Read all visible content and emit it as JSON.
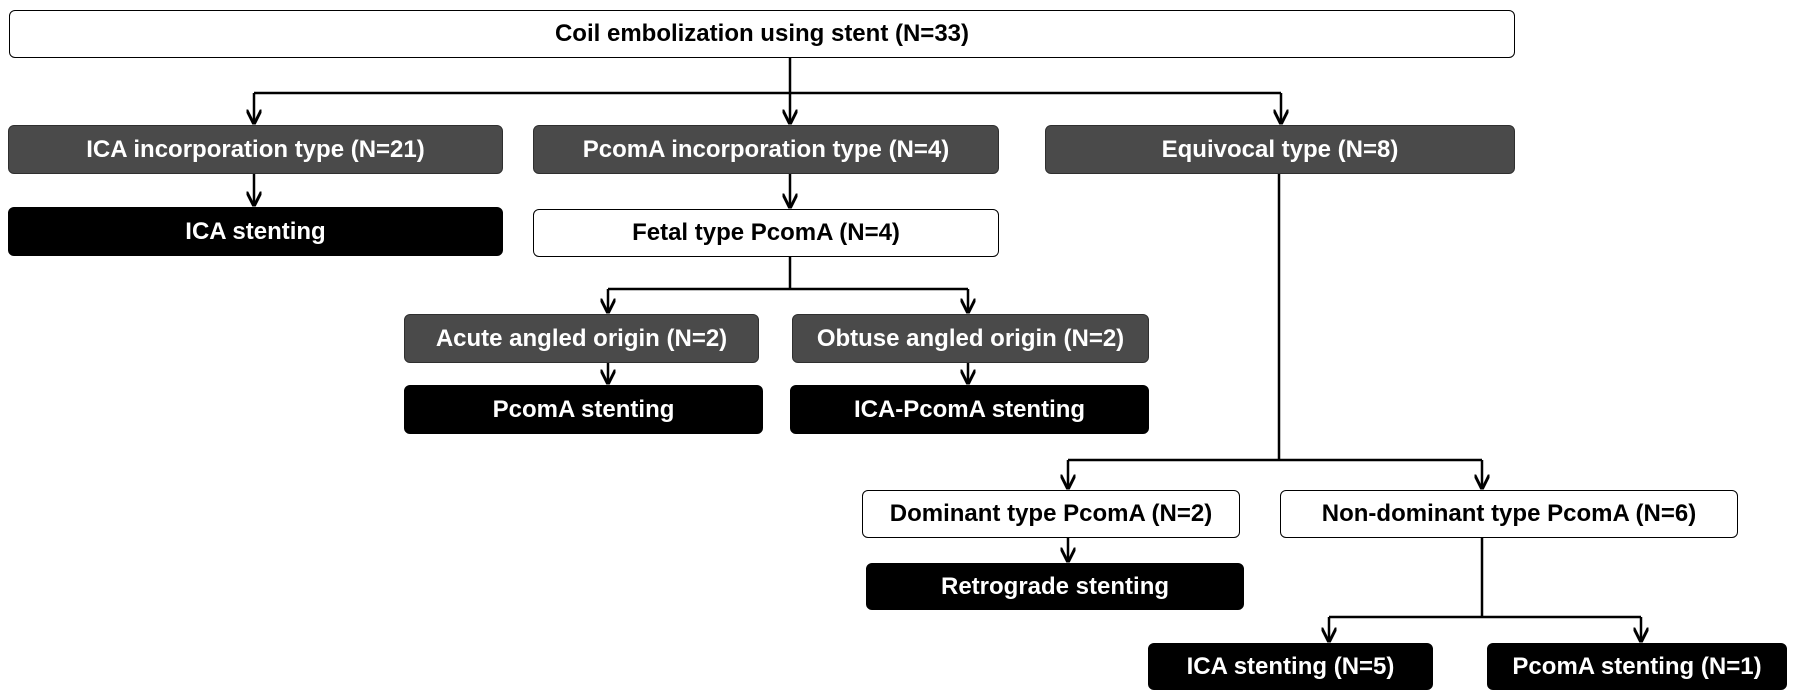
{
  "diagram": {
    "nodes": {
      "root": "Coil embolization using stent (N=33)",
      "ica_type": "ICA incorporation type (N=21)",
      "pcoma_type": "PcomA incorporation type (N=4)",
      "equivocal": "Equivocal type (N=8)",
      "ica_stenting": "ICA stenting",
      "fetal": "Fetal type PcomA (N=4)",
      "acute": "Acute angled origin (N=2)",
      "obtuse": "Obtuse angled origin (N=2)",
      "pcoma_stenting": "PcomA stenting",
      "ica_pcoma_stenting": "ICA-PcomA stenting",
      "dominant": "Dominant type PcomA (N=2)",
      "non_dominant": "Non-dominant type PcomA (N=6)",
      "retrograde": "Retrograde stenting",
      "ica_stenting_n5": "ICA stenting (N=5)",
      "pcoma_stenting_n1": "PcomA stenting (N=1)"
    },
    "colors": {
      "outcome_box": "#000000",
      "category_box": "#4a4a4a",
      "plain_box": "#ffffff",
      "connector": "#000000"
    }
  }
}
